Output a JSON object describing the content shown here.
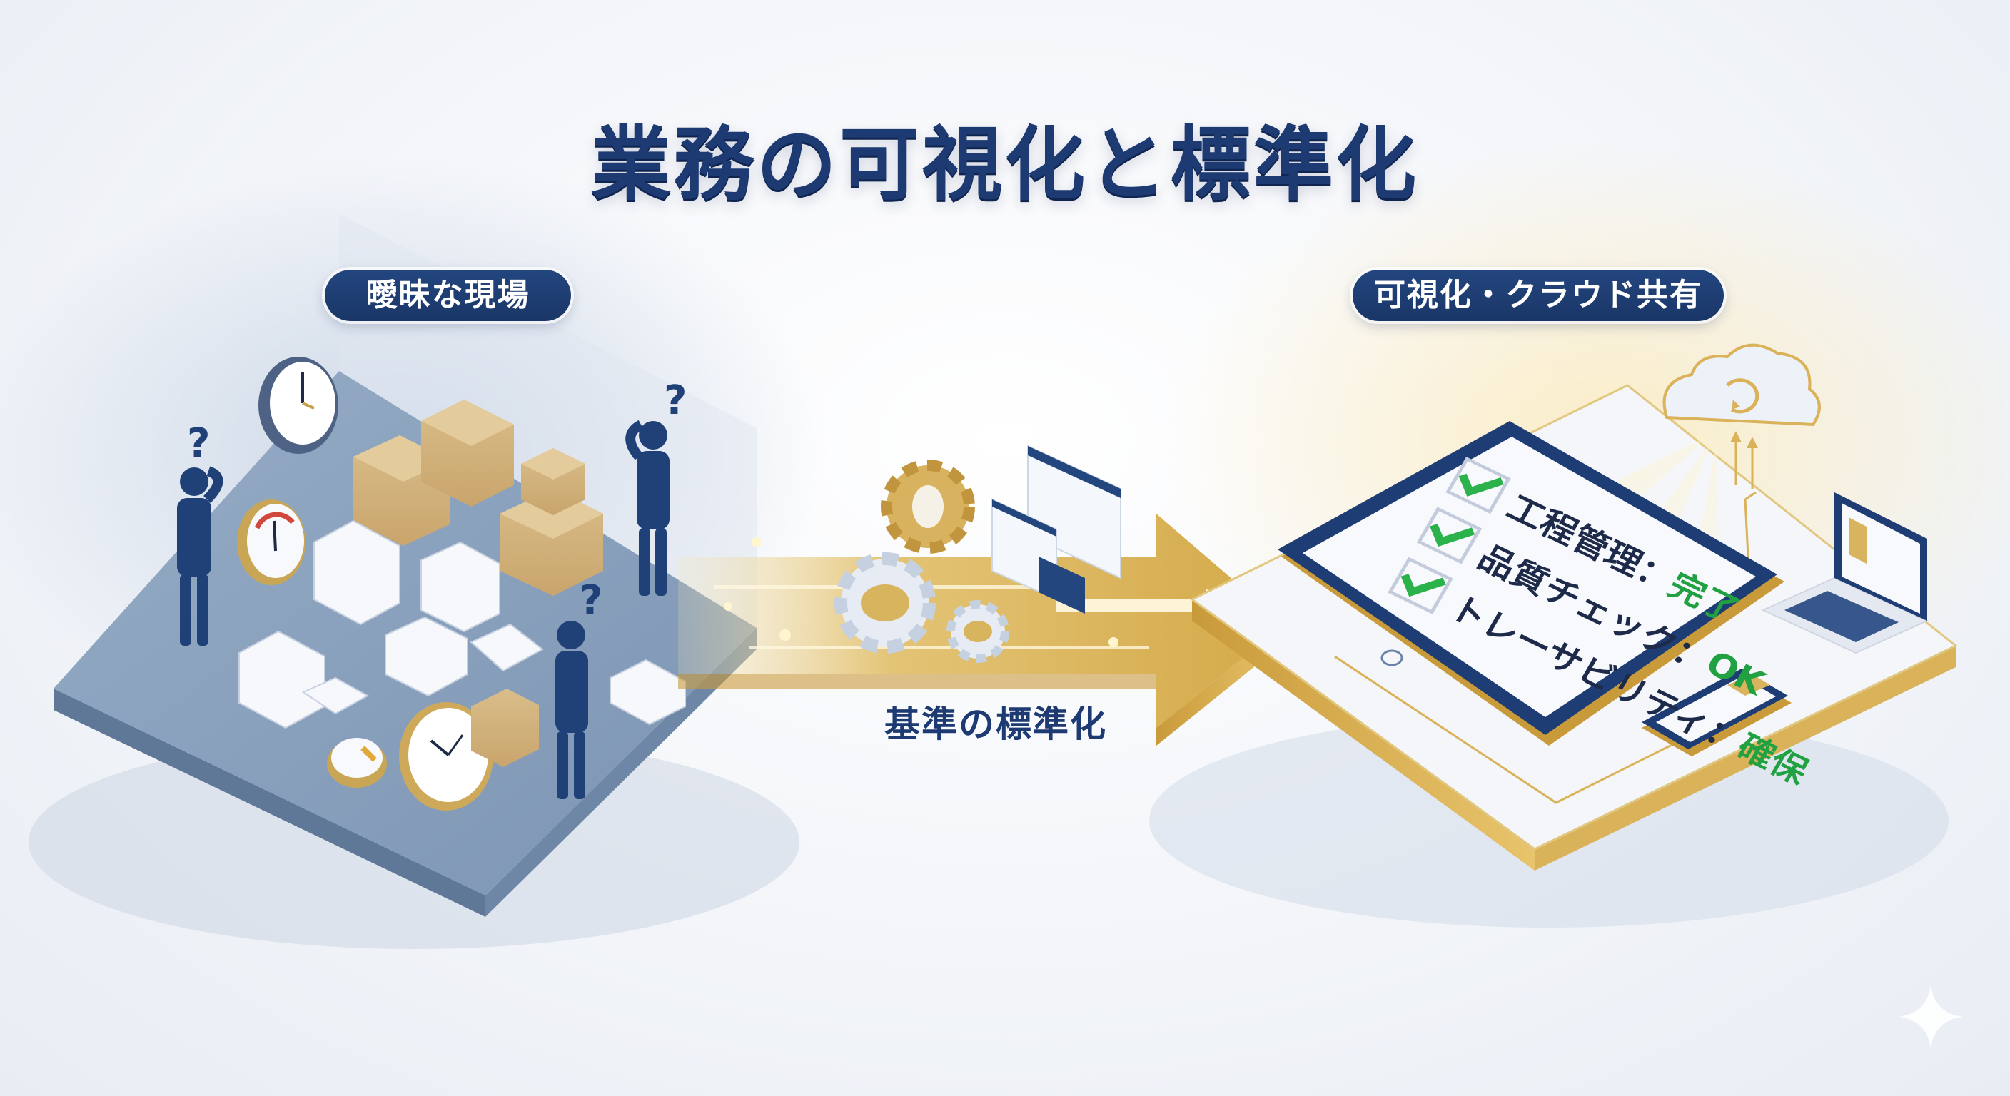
{
  "header": {
    "title": "業務の可視化と標準化"
  },
  "left_panel": {
    "label": "曖昧な現場",
    "icons": [
      "confused-worker-icon",
      "question-mark-icon",
      "wall-clock-icon",
      "pressure-gauge-icon",
      "cardboard-box-icon",
      "paper-stack-icon"
    ]
  },
  "middle": {
    "label": "基準の標準化",
    "icons": [
      "gold-gear-icon",
      "silver-gear-icon",
      "document-window-icon",
      "forward-arrow-icon"
    ]
  },
  "right_panel": {
    "label": "可視化・クラウド共有",
    "checklist": [
      {
        "item": "工程管理",
        "separator": "：",
        "status": "完了"
      },
      {
        "item": "品質チェック",
        "separator": "：",
        "status": "OK"
      },
      {
        "item": "トレーサビリティ",
        "separator": "：",
        "status": "確保"
      }
    ],
    "icons": [
      "tablet-icon",
      "cloud-sync-icon",
      "laptop-icon",
      "smartphone-icon"
    ]
  },
  "colors": {
    "navy": "#1d3a72",
    "gold": "#d9b25a",
    "slate": "#7f98b6",
    "check_green": "#2bb24b",
    "background": "#f3f5f9"
  }
}
